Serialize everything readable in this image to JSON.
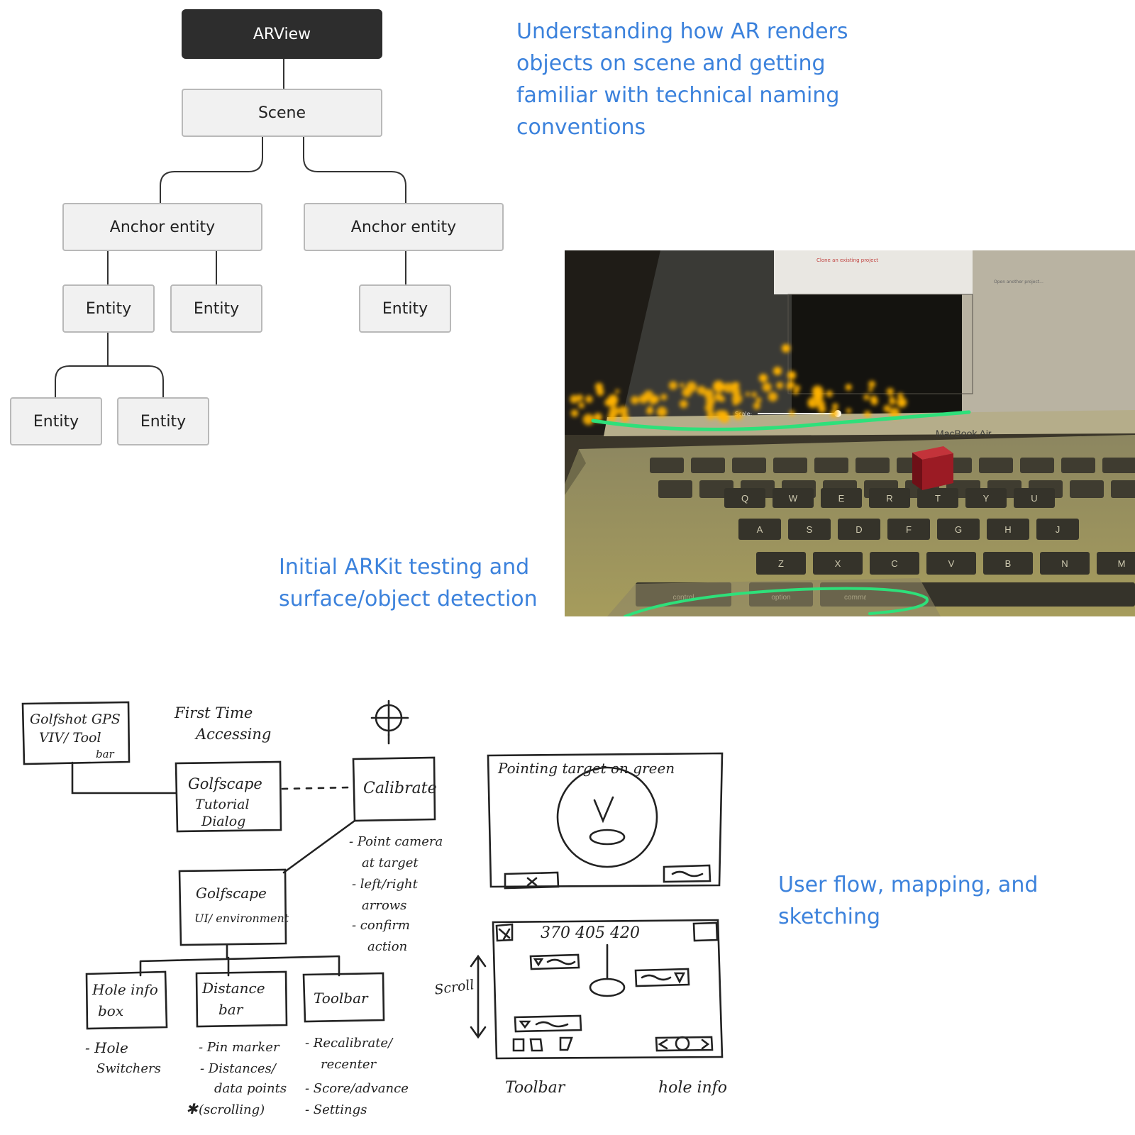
{
  "tree": {
    "root": "ARView",
    "scene": "Scene",
    "anchor_left": "Anchor entity",
    "anchor_right": "Anchor entity",
    "entity_a": "Entity",
    "entity_b": "Entity",
    "entity_c": "Entity",
    "entity_d": "Entity",
    "entity_e": "Entity"
  },
  "captions": {
    "ar_understanding": "Understanding how AR renders objects on scene and getting familiar with technical naming conventions",
    "arkit_testing": "Initial ARKit testing and surface/object detection",
    "user_flow": "User flow, mapping, and sketching"
  },
  "photo": {
    "screen_label": "MacBook Air",
    "slider_label": "Scale:",
    "dialog_line1": "Clone an existing project",
    "dialog_line2": "Open another project...",
    "keys_row1": [
      "Q",
      "W",
      "E",
      "R",
      "T",
      "Y",
      "U"
    ],
    "keys_row2": [
      "A",
      "S",
      "D",
      "F",
      "G",
      "H",
      "J"
    ],
    "keys_row3": [
      "Z",
      "X",
      "C",
      "V",
      "B",
      "N",
      "M"
    ],
    "mod_keys": [
      "control",
      "option",
      "command"
    ],
    "plane_color": "#d6c84a",
    "feature_points_color": "#ffb300",
    "outline_color": "#2ee07a",
    "cube_color": "#9b1b24"
  },
  "sketch": {
    "golfshot_box": [
      "Golfshot GPS",
      "VIV/ Tool",
      "bar"
    ],
    "first_time": [
      "First Time",
      "Accessing"
    ],
    "tutorial_box": [
      "Golfscape",
      "Tutorial",
      "Dialog"
    ],
    "calibrate_box": "Calibrate",
    "calibrate_notes": [
      "- Point camera",
      "at target",
      "- left/right",
      "arrows",
      "- confirm",
      "action"
    ],
    "ui_box": [
      "Golfscape",
      "UI/ environment"
    ],
    "hole_box": [
      "Hole info",
      "box"
    ],
    "hole_notes": [
      "- Hole",
      "Switchers"
    ],
    "distance_box": [
      "Distance",
      "bar"
    ],
    "distance_notes": [
      "- Pin marker",
      "- Distances/",
      "data points",
      "(scrolling)"
    ],
    "toolbar_box": "Toolbar",
    "toolbar_notes": [
      "- Recalibrate/",
      "recenter",
      "- Score/advance",
      "- Settings"
    ],
    "phone1_title": "Pointing target on green",
    "phone2_distances": "370 405 420",
    "scroll_label": "Scroll",
    "toolbar_label": "Toolbar",
    "hole_info_label": "hole info"
  }
}
